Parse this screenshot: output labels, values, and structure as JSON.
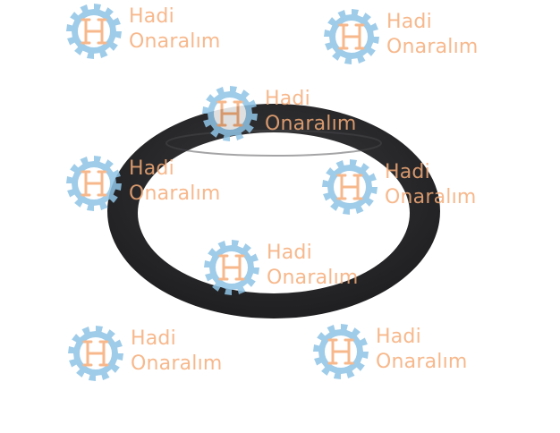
{
  "image": {
    "subject": "rubber-o-ring",
    "ring_color": "#2a2a2c",
    "background_color": "#ffffff"
  },
  "watermark": {
    "line1": "Hadi",
    "line2": "Onaralım",
    "gear_color": "#8fc4e6",
    "text_color": "#f6ac78",
    "count": 8
  }
}
